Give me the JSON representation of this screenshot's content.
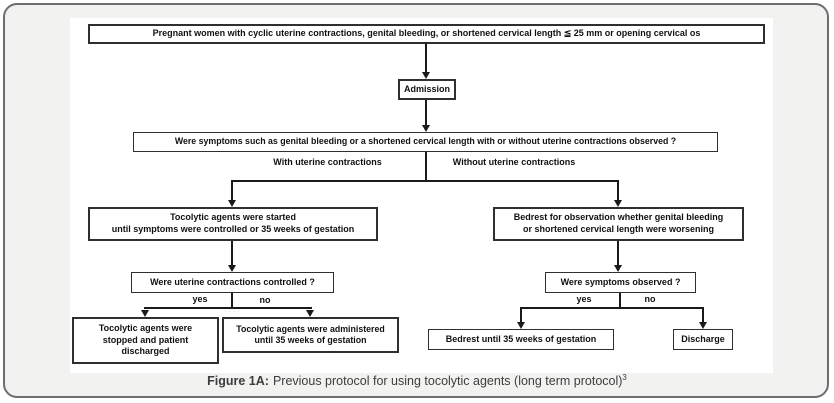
{
  "figure": {
    "caption": {
      "prefix": "Figure 1A:",
      "text": "Previous protocol for using tocolytic agents (long term protocol)",
      "superscript": "3"
    }
  },
  "flowchart": {
    "criteria_box": "Pregnant women with cyclic uterine contractions, genital bleeding, or shortened cervical length ≦ 25 mm or opening cervical os",
    "admission_box": "Admission",
    "symptoms_question": "Were symptoms such as genital bleeding or a shortened cervical length with or without uterine contractions observed ?",
    "with_contractions_label": "With uterine contractions",
    "without_contractions_label": "Without uterine contractions",
    "tocolytic_started": {
      "line1": "Tocolytic agents were started",
      "line2": "until symptoms were controlled or 35 weeks of gestation"
    },
    "bedrest_observation": {
      "line1": "Bedrest for observation whether genital bleeding",
      "line2": "or shortened cervical length were worsening"
    },
    "contractions_controlled_question": "Were uterine contractions controlled ?",
    "symptoms_observed_question": "Were symptoms observed ?",
    "left_branch": {
      "yes": "yes",
      "no": "no"
    },
    "right_branch": {
      "yes": "yes",
      "no": "no"
    },
    "stopped_discharged": {
      "line1": "Tocolytic agents were",
      "line2": "stopped and patient",
      "line3": "discharged"
    },
    "administered_35w": {
      "line1": "Tocolytic agents were administered",
      "line2": "until 35 weeks of gestation"
    },
    "bedrest_35w": "Bedrest until 35 weeks of gestation",
    "discharge": "Discharge"
  },
  "colors": {
    "card_background": "#f2f2f1",
    "card_border": "#6e6e6e",
    "panel_background": "#ffffff",
    "box_border": "#2f2f2f",
    "line_color": "#1a1a1a",
    "text_color": "#111111",
    "caption_color": "#3d3d3d"
  }
}
